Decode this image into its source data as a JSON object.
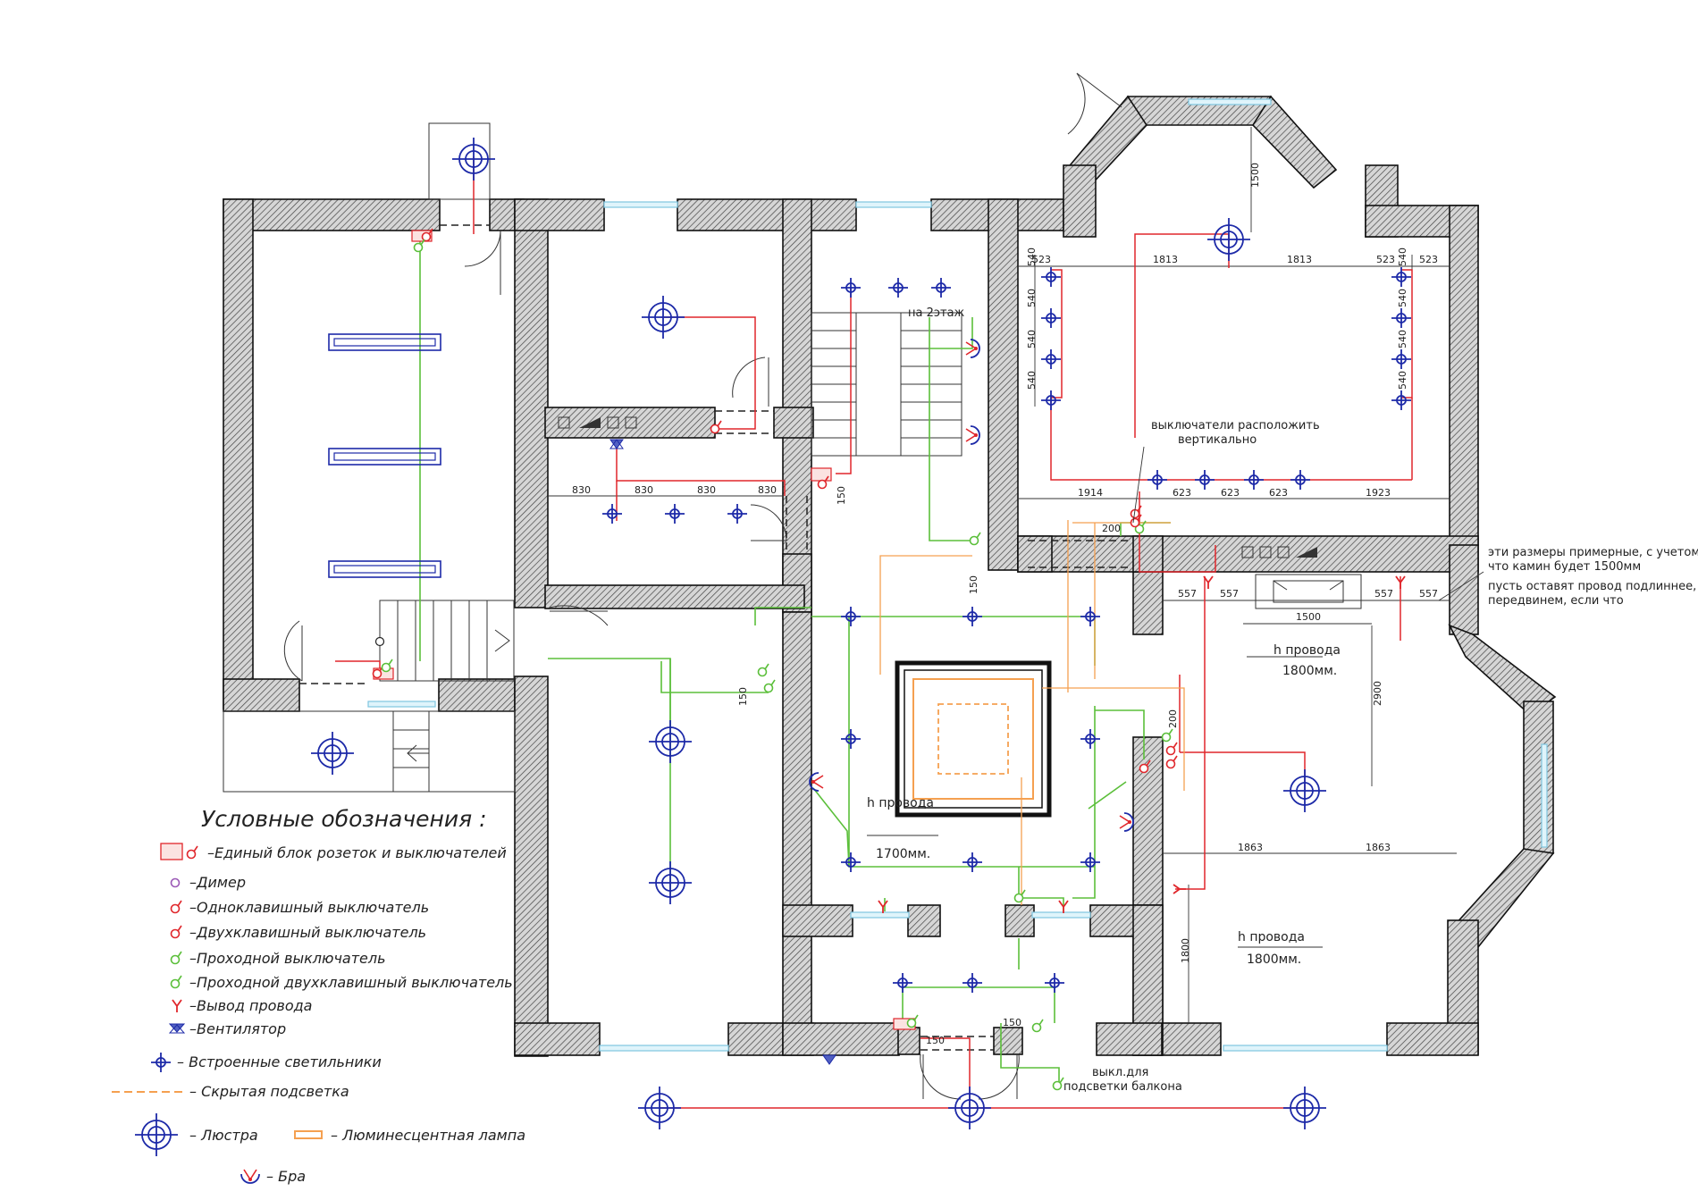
{
  "notes": {
    "stairs": "на 2этаж",
    "switches_vertical_1": "выключатели расположить",
    "switches_vertical_2": "вертикально",
    "fireplace_1": "эти размеры примерные, с учетом,",
    "fireplace_2": "что камин будет 1500мм",
    "fireplace_3": "пусть оставят провод подлиннее,",
    "fireplace_4": "передвинем, если что",
    "wire_h_label": "h провода",
    "wire_1800": "1800мм.",
    "wire_1700": "1700мм.",
    "balcony_1": "выкл.для",
    "balcony_2": "подсветки балкона"
  },
  "dims": {
    "d830": "830",
    "d150": "150",
    "d200": "200",
    "d523": "523",
    "d1813": "1813",
    "d540": "540",
    "d1500": "1500",
    "d1914": "1914",
    "d623": "623",
    "d1923": "1923",
    "d557": "557",
    "d2900": "2900",
    "d1863": "1863",
    "d1800": "1800"
  },
  "legend": {
    "title": "Условные обозначения :",
    "items": [
      "–Единый блок розеток и выключателей",
      "–Димер",
      "–Одноклавишный выключатель",
      "–Двухклавишный выключатель",
      "–Проходной выключатель",
      "–Проходной двухклавишный выключатель",
      "–Вывод провода",
      "–Вентилятор",
      "–  Встроенные светильники",
      "–  Скрытая подсветка",
      "–  Люстра",
      "–  Люминесцентная лампа",
      "–  Бра"
    ]
  },
  "colors": {
    "red_wire": "#e0262b",
    "green_wire": "#5bbf3a",
    "orange_wire": "#f5a050",
    "fixture_blue": "#1d2aa8",
    "window": "#dff4fb",
    "wall_outline": "#111111"
  },
  "icons": [
    "chandelier-icon",
    "recessed-light-icon",
    "switch-icon",
    "socket-block-icon",
    "fan-icon",
    "sconce-icon",
    "dimmer-icon",
    "wire-outlet-icon",
    "fluorescent-lamp-icon"
  ]
}
